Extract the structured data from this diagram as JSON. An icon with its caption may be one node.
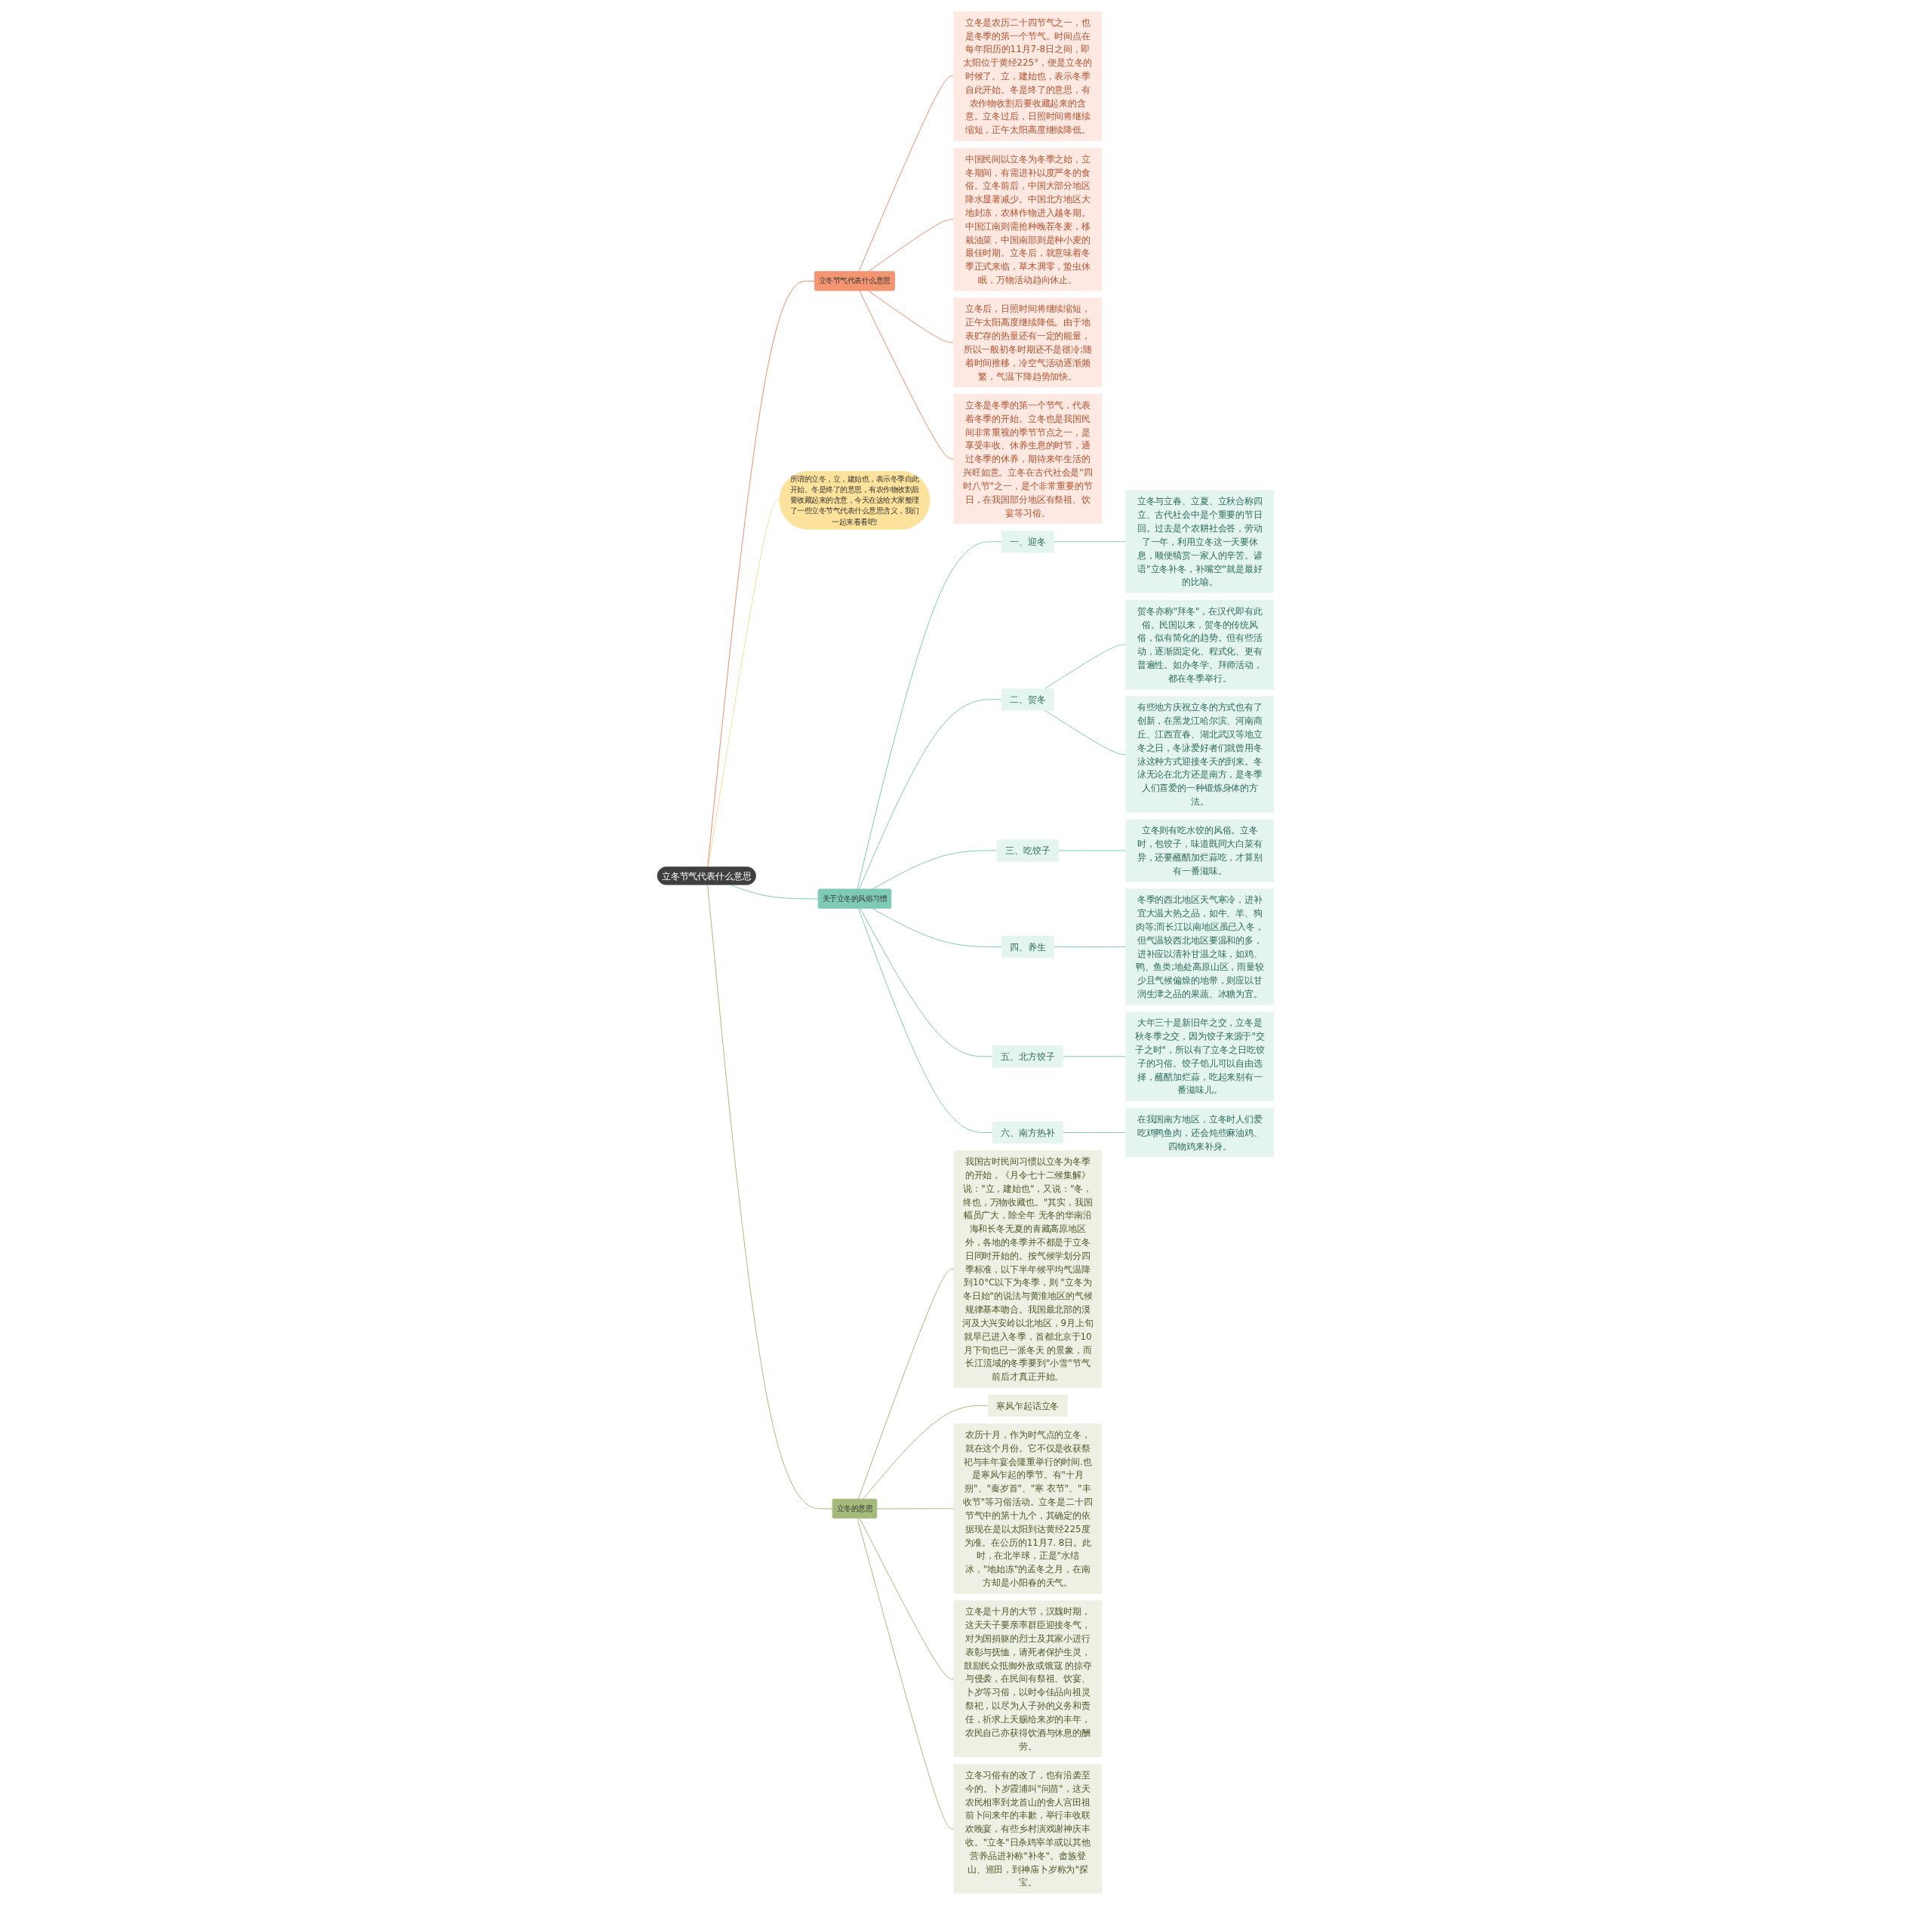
{
  "diagram": {
    "nodes": [
      {
        "text": [
          "立冬节气代表什么意思"
        ]
      },
      {
        "text": [
          "立冬节气代表什么意思"
        ]
      },
      {
        "text": [
          "立冬是农历二十四节气之一，也是冬季的第一个节气。时间点在每年阳历的11月7-8日之间，即太阳位于黄经225°，便是立冬的时候了。立，建始也，表示冬季自此开始。冬是终了的意思，有农作物收割后要收藏起来的含意。立冬过后，日照时间将继续缩短，正午太阳高度继续降低。"
        ]
      },
      {
        "text": [
          "中国民间以立冬为冬季之始，立冬期间，有需进补以度严冬的食俗。立冬前后，中国大部分地区降水显著减少。中国北方地区大地封冻，农林作物进入越冬期。中国江南则需抢种晚茬冬麦，移栽油菜，中国南部则是种小麦的最佳时期。立冬后，就意味着冬季正式来临，草木凋零，蛰虫休眠，万物活动趋向休止。"
        ]
      },
      {
        "text": [
          "立冬后，日照时间将继续缩短，正午太阳高度继续降低。由于地表贮存的热量还有一定的能量，所以一般初冬时期还不是很冷;随着时间推移，冷空气活动逐渐频繁，气温下降趋势加快。"
        ]
      },
      {
        "text": [
          "立冬是冬季的第一个节气，代表着冬季的开始。立冬也是我国民间非常重视的季节节点之一，是享受丰收、休养生息的时节，通过冬季的休养，期待来年生活的兴旺如意。立冬在古代社会是\"四时八节\"之一，是个非常重要的节日，在我国部分地区有祭祖、饮宴等习俗。"
        ]
      },
      {
        "text": [
          "所谓的立冬，立，建始也，表示冬季自此开始。冬是终了的意思，有农作物收割后要收藏起来的含意，今天在这给大家整理了一些立冬节气代表什么意思含义，我们一起来看看吧!"
        ]
      },
      {
        "text": [
          "关于立冬的风俗习惯"
        ]
      },
      {
        "text": [
          "一、迎冬"
        ]
      },
      {
        "text": [
          "立冬与立春、立夏、立秋合称四立、古代社会中是个重要的节日回。过去是个农耕社会答，劳动了一年，利用立冬这一天要休息，顺便犒赏一家人的辛苦。谚语\"立冬补冬，补嘴空\"就是最好的比喻。"
        ]
      },
      {
        "text": [
          "二、贺冬"
        ]
      },
      {
        "text": [
          "贺冬亦称\"拜冬\"，在汉代即有此俗。民国以来，贺冬的传统风俗，似有简化的趋势。但有些活动，逐渐固定化、程式化、更有普遍性。如办冬学、拜师活动，都在冬季举行。"
        ]
      },
      {
        "text": [
          "有些地方庆祝立冬的方式也有了创新，在黑龙江哈尔滨、河南商丘、江西宜春、湖北武汉等地立冬之日，冬泳爱好者们就曾用冬泳这种方式迎接冬天的到来。冬泳无论在北方还是南方，是冬季人们喜爱的一种锻炼身体的方法。"
        ]
      },
      {
        "text": [
          "三、吃饺子"
        ]
      },
      {
        "text": [
          "立冬则有吃水饺的风俗。立冬时，包饺子，味道既同大白菜有异，还要蘸醋加烂蒜吃，才算别有一番滋味。"
        ]
      },
      {
        "text": [
          "四、养生"
        ]
      },
      {
        "text": [
          "冬季的西北地区天气寒冷，进补宜大温大热之品，如牛、羊、狗肉等;而长江以南地区虽已入冬，但气温较西北地区要温和的多，进补应以清补甘温之味，如鸡、鸭、鱼类;地处高原山区，雨量较少且气候偏燥的地带，则应以甘润生津之品的果蔬、冰糖为宜。"
        ]
      },
      {
        "text": [
          "五、北方饺子"
        ]
      },
      {
        "text": [
          "大年三十是新旧年之交，立冬是秋冬季之交，因为饺子来源于\"交子之时\"，所以有了立冬之日吃饺子的习俗。饺子馅儿可以自由选择，蘸醋加烂蒜，吃起来别有一番滋味儿。"
        ]
      },
      {
        "text": [
          "六、南方热补"
        ]
      },
      {
        "text": [
          "在我国南方地区，立冬时人们爱吃鸡鸭鱼肉，还会炖些麻油鸡、四物鸡来补身。"
        ]
      },
      {
        "text": [
          "立冬的意思"
        ]
      },
      {
        "text": [
          "我国古时民间习惯以立冬为冬季的开始，《月令七十二候集解》说：\"立，建始也\"，又说：\"冬，终也，万物收藏也。\"其实，我国幅员广大，除全年 无冬的华南沿海和长冬无夏的青藏高原地区外，各地的冬季并不都是于立冬日同时开始的。按气候学划分四季标准，以下半年候平均气温降到10°C以下为冬季，则 \"立冬为冬日始\"的说法与黄淮地区的气候规律基本吻合。我国最北部的漠河及大兴安岭以北地区，9月上旬就早已进入冬季，首都北京于10月下旬也已一派冬天 的景象，而长江流域的冬季要到\"小雪\"节气前后才真正开始。"
        ]
      },
      {
        "text": [
          "寒风乍起话立冬"
        ]
      },
      {
        "text": [
          "农历十月，作为时气点的立冬，就在这个月份。它不仅是收获祭祀与丰年宴会隆重举行的时间.也是寒风乍起的季节。有\"十月朔\"、\"秦岁首\"、\"寒 衣节\"、\"丰收节\"等习俗活动。立冬是二十四节气中的第十九个，其确定的依据现在是以太阳到达黄经225度为准。在公历的11月7. 8日。此时，在北半球，正是\"水结冰，\"地始冻\"的孟冬之月，在南方却是小阳春的天气。"
        ]
      },
      {
        "text": [
          "立冬是十月的大节，汉魏时期，这天天子要亲率群臣迎接冬气，对为国捐躯的烈士及其家小进行表彰与抚恤，请死者保护生灵，鼓励民众抵御外敌或饿寇 的掠夺与侵袭，在民间有祭祖、饮宴、卜岁等习俗，以时令佳品向祖灵祭祀，以尽为人子孙的义务和责任，祈求上天赐给来岁的丰年，农民自己亦获得饮酒与休息的酬劳。"
        ]
      },
      {
        "text": [
          "立冬习俗有的改了，也有沿袭至今的。卜岁霞浦叫\"问苗\"，这天农民相率到龙首山的舍人宫田祖前卜问来年的丰歉，举行丰收联欢晚宴，有些乡村演戏谢神庆丰收。\"立冬\"日杀鸡宰羊或以其他营养品进补称\"补冬\"。畲族登山、巡田，到神庙卜岁称为\"探宝。"
        ]
      }
    ],
    "edges": [
      {
        "from": 0,
        "to": 1,
        "arrow": "none",
        "color": "#ef8c6a"
      },
      {
        "from": 1,
        "to": 2,
        "arrow": "none",
        "color": "#ef8c6a"
      },
      {
        "from": 1,
        "to": 3,
        "arrow": "none",
        "color": "#ef8c6a"
      },
      {
        "from": 1,
        "to": 4,
        "arrow": "none",
        "color": "#ef8c6a"
      },
      {
        "from": 1,
        "to": 5,
        "arrow": "none",
        "color": "#ef8c6a"
      },
      {
        "from": 0,
        "to": 6,
        "arrow": "none",
        "color": "#f8dc98"
      },
      {
        "from": 0,
        "to": 7,
        "arrow": "none"
      },
      {
        "from": 7,
        "to": 8,
        "arrow": "none"
      },
      {
        "from": 8,
        "to": 9,
        "arrow": "none"
      },
      {
        "from": 7,
        "to": 10,
        "arrow": "none"
      },
      {
        "from": 10,
        "to": 11,
        "arrow": "none"
      },
      {
        "from": 10,
        "to": 12,
        "arrow": "none"
      },
      {
        "from": 7,
        "to": 13,
        "arrow": "none"
      },
      {
        "from": 13,
        "to": 14,
        "arrow": "none"
      },
      {
        "from": 7,
        "to": 15,
        "arrow": "none"
      },
      {
        "from": 15,
        "to": 16,
        "arrow": "none"
      },
      {
        "from": 7,
        "to": 17,
        "arrow": "none"
      },
      {
        "from": 17,
        "to": 18,
        "arrow": "none"
      },
      {
        "from": 7,
        "to": 19,
        "arrow": "none"
      },
      {
        "from": 19,
        "to": 20,
        "arrow": "none"
      },
      {
        "from": 0,
        "to": 21,
        "arrow": "none",
        "color": "#a5ba7a"
      },
      {
        "from": 21,
        "to": 22,
        "arrow": "none",
        "color": "#a5ba7a"
      },
      {
        "from": 21,
        "to": 23,
        "arrow": "none",
        "color": "#a5ba7a"
      },
      {
        "from": 21,
        "to": 24,
        "arrow": "none",
        "color": "#a5ba7a"
      },
      {
        "from": 21,
        "to": 25,
        "arrow": "none",
        "color": "#a5ba7a"
      },
      {
        "from": 21,
        "to": 26,
        "arrow": "none",
        "color": "#a5ba7a"
      }
    ]
  }
}
